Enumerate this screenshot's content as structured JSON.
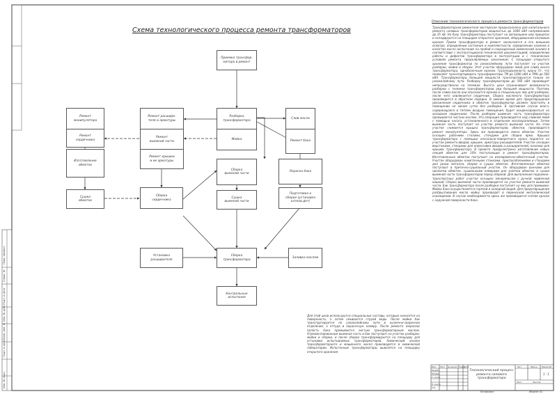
{
  "diagram": {
    "title": "Схема технологического процесса ремонта трансформаторов",
    "boxes": {
      "arrival": "Приемка трансфор-\nматора в ремонт",
      "disassembly": "Разборка\nтрансформатора",
      "oil_drain": "Слив масла",
      "manipulator_repair": "Ремонт\nманипулятора",
      "expander_repair": "Ремонт расшири-\nтеля и арматуры",
      "core_repair": "Ремонт\nсердечника",
      "active_part_repair": "Ремонт\nвыемной части",
      "washing": "Мойка",
      "tank_repair": "Ремонт бака",
      "insulation_prod": "Изготовление\nобмоток",
      "lid_repair": "Ремонт крышки\nи ее арматуры",
      "active_part_assembly": "Сборка\nвыемной части",
      "tank_painting": "Окраска бака",
      "winding_dry": "Сушка\nобмоток",
      "core_assembly": "Сборка\nсердечника",
      "active_part_dry": "Сушка\nвыемной части",
      "tank_prep": "Подготовка к\nсборке (установка\nкатков,дет)",
      "expander_install": "Установка\nрасширителя",
      "trans_assembly": "Сборка\nтрансформатора",
      "oil_fill": "Заливка маслом",
      "testing": "Контрольные\nиспытания"
    }
  },
  "description": {
    "title": "Описание технологического процесса ремонта трансформаторов",
    "text": "Трансформаторная ремонтная мастерская предназначена для капитального ремонта силовых трансформаторов мощностью до 1000 кВА напряжением до 35 кВ. На базу трансформаторы поступают на автомашине или прицепах и складируются на площадке открытого хранения, оборудованной козловым краном. Прием трансформатора в ремонт заключается в его внешнем осмотре, определении состояния и комплектности, определении наличия и качества масла (испытание на пробой и сокращенный химический анализ) в соответствии с эксплуатационно-технической документацией, определении работы и дефектов трансформатора в эксплуатации и с технических условиях ремонта, предъявляемых заказчиком. С площадки открытого хранения трансформатор по узкоколейному пути поступает на участок разборки, мойки и сборки. Этот участок оборудован ямой для слива масла трансформатора, одноболочным краном. Грузоподъемность крана 5т, что позволяет транспортировать трансформаторы ТМ до 1000 кВА и ТМН до 560 кВА. Трансформаторы большей мощности транспортируются только по узкоколейному пути. Разборку трансформаторов до 560 кВА производят непосредственно на тележке. Высота цеха ограничивает возможность разборки с тележки трансформаторов ряд большей мощности. Поэтому после слива масла они опускаются краном в специальную яму для разборки, после чего извлекается сердечник. Сборка масляного трансформатора производится в обратном порядке. В зимнее время для предотвращения увлажнения сердечника и обмоток трансформатор должен простоять в помещении не менее суток без разборки. В противном случае влага, содержащаяся в теплом воздухе помещения, будет конденсироваться на холодном сердечнике. После разборки выемная часть трансформатора промывается чистым маслом. Эта операция производится над сливной ямой с помощью насоса, установленного в отдельном маслохранилище. Затем выемная часть поступает на участок ремонта выемной части. На этом участке снимается крышка трансформаторов, обмотки, производится ремонт манипулятора. Здесь же производится смена обмоток. Участок оснащен рабочими столами, стендами для сборки ярма. Крышка трансформатора с помощью консольно-поворотного крана подается на участок ремонта вводов, крышек, арматуры расширителей. Участок оснащен верстаками, стендами для опрессовки вводов и расширителей, козлами для крышек трансформатора. В проекте предусмотрено изготовление новых секций обмоток для 10% поступающих в ремонт трансформаторов. Изготовленные обмотки поступают на изолировочно-обмоточный участок. Участок оборудован намоточными станками, приспособлениями и стендами для резки металла, сборки и сушки обмоток. Изготовленные обмотки поступают в приточно-сушильный участок. Он оборудован ваннами для пропитки обмоток, сушильными камерами для запечки обмоток и сушки выемной части трансформаторов перед сборкой. Для выполнения подъемно-транспортных работ участок оснащен монорельсом с ручной червячной кошкой. Сборка выемной части производится на участке ремонта выемной части. Бак трансформатора после разборки поступает на яму для промывки. Мойка бака осуществляется горячей и холодной водой. Для предотвращения разбрызгивания масла мойку производят в переносной металлической ограждении. В случае необходимости здесь же производится снятие краски с наружной поверхности бака."
  },
  "notes": "Для этой цели используются специальные составы, которые наносятся на поверхность, а затем смываются струей воды. После мойки бак транспортируется по узкоколейному пути в кузнечно-сварочное отделение, а оттуда в окрасочную камеру. После ремонта (окраски) полость бака промывается чистым трансформаторным маслом. Отремонтированные выемная часть и бак поступают на участок разборки, мойки и сборки, и после сборки трансформируются на площадку для установки испытываемых трансформаторов. Химический анализ трансформаторного и машинного масел производится в химической лаборатории. Испытанные трансформаторы вывозятся на площадку открытого хранения.",
  "title_block": {
    "document_title": "Технологический процесс ремонта силового трансформатора",
    "columns": [
      "Изм",
      "Лист",
      "№ докум.",
      "Подп.",
      "Дата"
    ],
    "roles": [
      "Разраб.",
      "Провер.",
      "Т. контр.",
      "Н. контр.",
      "Утв."
    ],
    "sheet_headers": [
      "Лит",
      "Масса",
      "Масштаб"
    ],
    "scale": "1 : 1",
    "sheet_info": [
      "Лист",
      "Листов"
    ],
    "copied": "Копировал",
    "format": "Формат  А1"
  },
  "side_stamp": [
    "Перв. примен.",
    "Справ. №",
    "Подп. и дата",
    "Инв. № дубл.",
    "Взам. инв. №",
    "Подп. и дата",
    "Инв. № подл."
  ]
}
